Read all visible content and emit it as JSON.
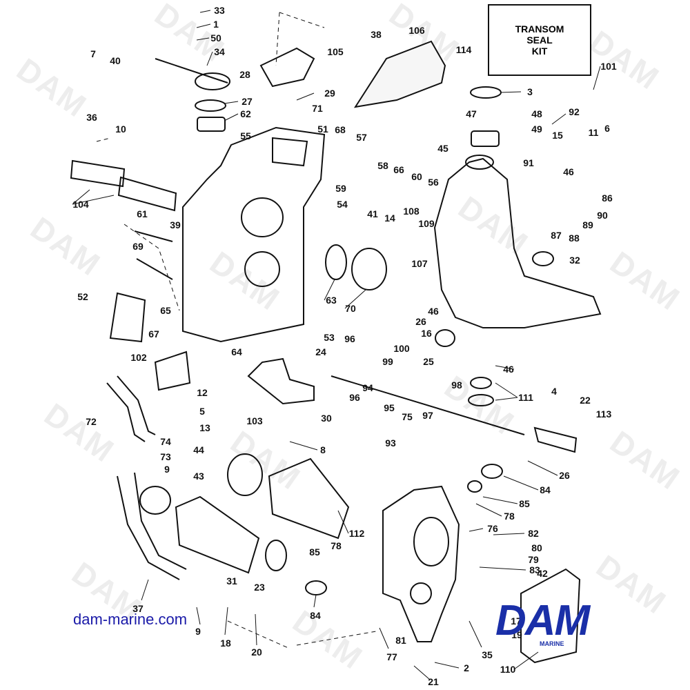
{
  "kit_box": {
    "line1": "TRANSOM",
    "line2": "SEAL",
    "line3": "KIT"
  },
  "website": "dam-marine.com",
  "logo": {
    "main": "DAM",
    "sub": "MARINE",
    "color": "#1a2fa8"
  },
  "watermark": "DAM",
  "callouts": [
    "33",
    "1",
    "50",
    "34",
    "7",
    "40",
    "28",
    "105",
    "38",
    "106",
    "114",
    "101",
    "3",
    "29",
    "27",
    "71",
    "62",
    "47",
    "48",
    "92",
    "36",
    "10",
    "55",
    "51",
    "68",
    "49",
    "15",
    "11",
    "6",
    "57",
    "91",
    "45",
    "58",
    "66",
    "60",
    "56",
    "59",
    "46",
    "86",
    "104",
    "39",
    "54",
    "41",
    "14",
    "108",
    "109",
    "90",
    "89",
    "61",
    "88",
    "87",
    "69",
    "107",
    "32",
    "52",
    "65",
    "63",
    "70",
    "46",
    "26",
    "67",
    "16",
    "96",
    "53",
    "64",
    "24",
    "25",
    "99",
    "100",
    "102",
    "46",
    "94",
    "98",
    "96",
    "12",
    "111",
    "95",
    "75",
    "97",
    "5",
    "72",
    "4",
    "22",
    "113",
    "103",
    "30",
    "13",
    "93",
    "8",
    "74",
    "73",
    "44",
    "26",
    "9",
    "43",
    "84",
    "85",
    "78",
    "112",
    "76",
    "82",
    "80",
    "78",
    "79",
    "85",
    "83",
    "42",
    "31",
    "23",
    "37",
    "17",
    "84",
    "9",
    "19",
    "18",
    "20",
    "77",
    "81",
    "35",
    "2",
    "21",
    "110"
  ]
}
